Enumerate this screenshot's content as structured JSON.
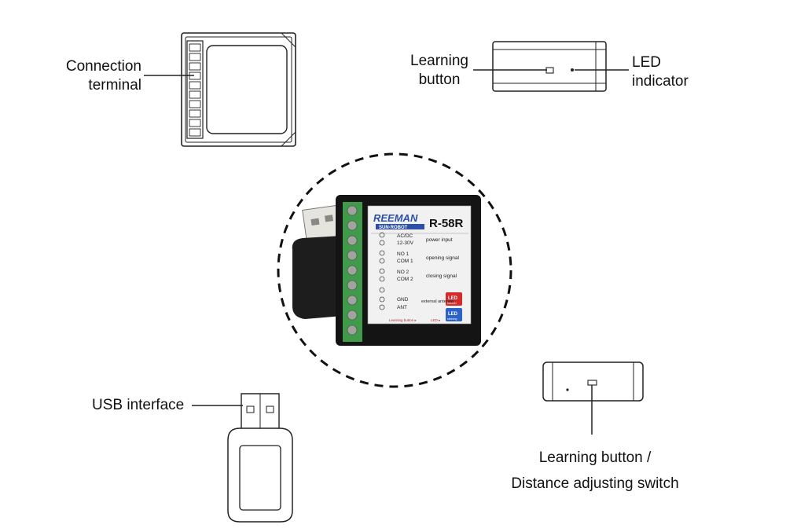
{
  "callouts": {
    "connection_terminal": [
      "Connection",
      "terminal"
    ],
    "learning_button": [
      "Learning",
      "button"
    ],
    "led_indicator": [
      "LED",
      "indicator"
    ],
    "usb_interface": "USB interface",
    "learning_distance": [
      "Learning button /",
      "Distance adjusting switch"
    ]
  },
  "device_label": {
    "brand": "REEMAN",
    "brand_sub": "SUN·ROBOT",
    "model": "R-58R",
    "pins": [
      {
        "line1": "AC/DC",
        "line2": "12-30V",
        "desc": "power input"
      },
      {
        "line1": "NO 1",
        "line2": "COM 1",
        "desc": "opening signal"
      },
      {
        "line1": "NO 2",
        "line2": "COM 2",
        "desc": "closing signal"
      },
      {
        "line1": "GND",
        "line2": "ANT",
        "desc": "external antenna"
      }
    ],
    "led_red": {
      "title": "LED",
      "sub": "transfer"
    },
    "led_blue": {
      "title": "LED",
      "sub": "steering"
    },
    "footer_learning": "Learning button ▸",
    "footer_led": "LED ▸"
  },
  "colors": {
    "terminal_green": "#3f9a4a",
    "label_red": "#d42a2a",
    "label_blue": "#2a62c9",
    "brand_blue": "#2c4fa8"
  }
}
